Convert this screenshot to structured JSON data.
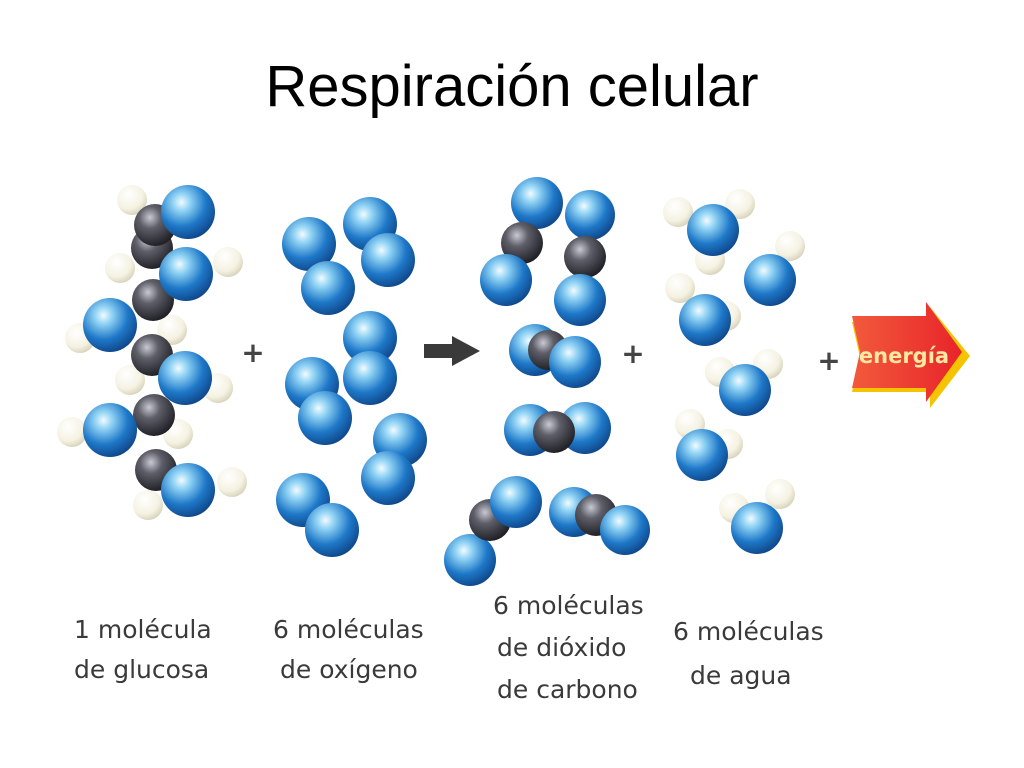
{
  "title": "Respiración celular",
  "operators": {
    "plus": "+"
  },
  "energy_label": "energía",
  "groups": [
    {
      "id": "glucose",
      "lines": [
        "1 molécula",
        "de glucosa"
      ]
    },
    {
      "id": "oxygen",
      "lines": [
        "6 moléculas",
        "de oxígeno"
      ]
    },
    {
      "id": "co2",
      "lines": [
        "6 moléculas",
        "de dióxido",
        "de carbono"
      ]
    },
    {
      "id": "water",
      "lines": [
        "6 moléculas",
        "de agua"
      ]
    }
  ],
  "colors": {
    "oxygen_atom": "#1e78c8",
    "carbon_atom": "#2b2b33",
    "hydrogen_atom": "#f4f1e2",
    "energy_arrow": "#e8242a",
    "energy_outline": "#f5c400"
  }
}
